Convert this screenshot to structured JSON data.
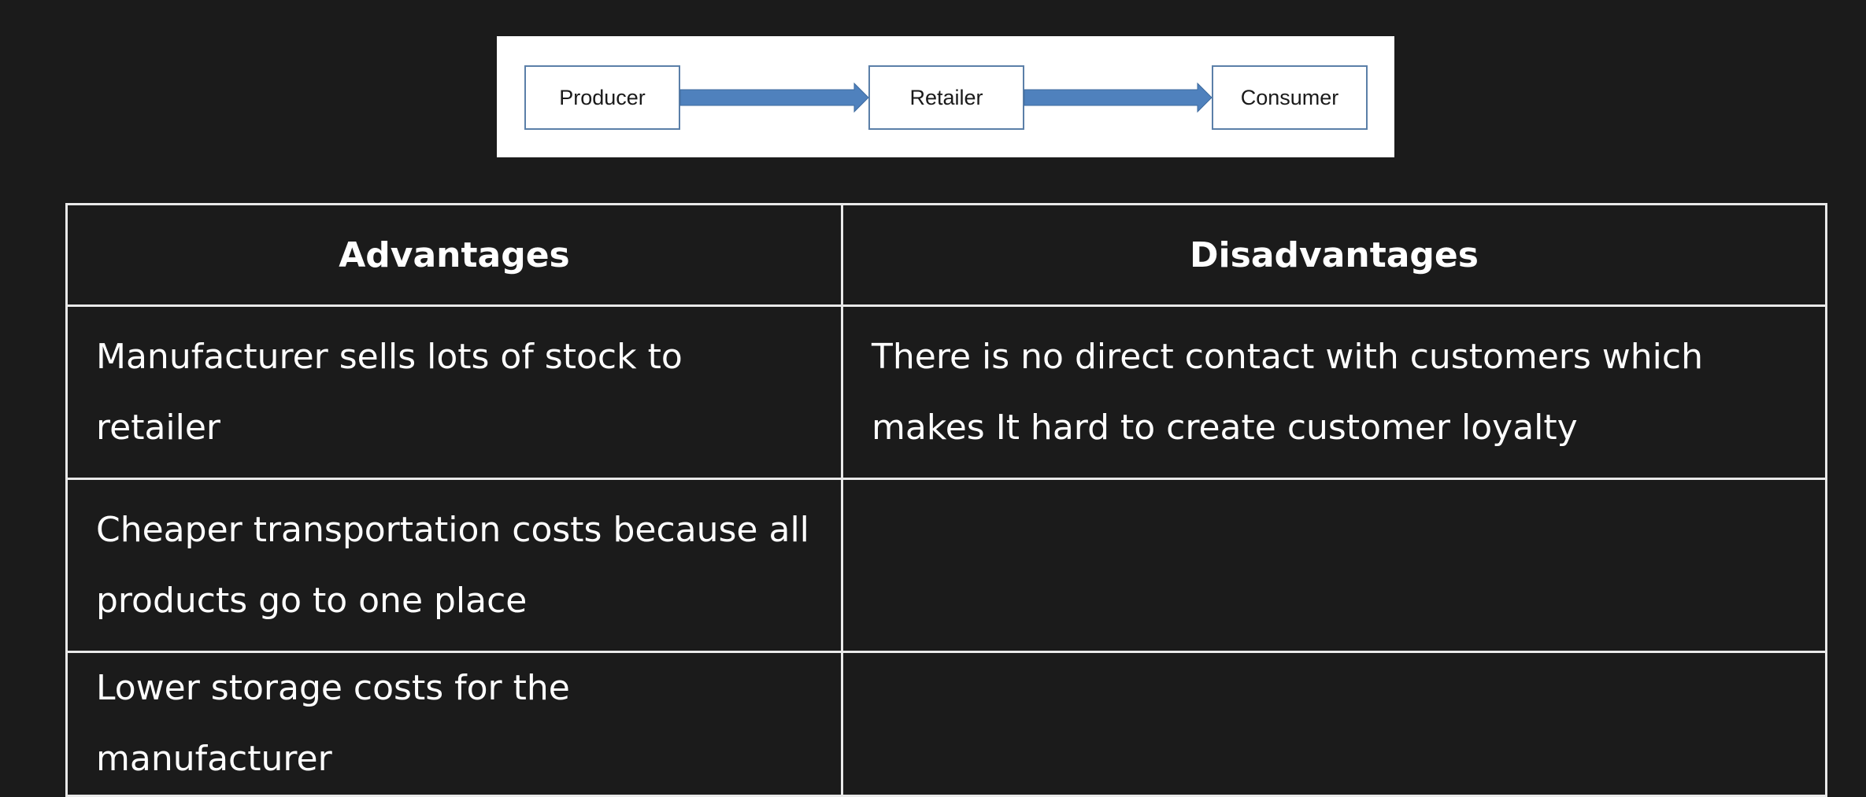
{
  "diagram": {
    "nodes": [
      "Producer",
      "Retailer",
      "Consumer"
    ],
    "arrow_color": "#4f81bd",
    "node_border_color": "#5b7fa8"
  },
  "table": {
    "headers": {
      "advantages": "Advantages",
      "disadvantages": "Disadvantages"
    },
    "rows": [
      {
        "advantage": "Manufacturer sells lots of stock to retailer",
        "disadvantage": "There is no direct contact with customers which makes It hard to create customer loyalty"
      },
      {
        "advantage": "Cheaper transportation costs because all products go to one place",
        "disadvantage": ""
      },
      {
        "advantage": "Lower storage costs for the manufacturer",
        "disadvantage": ""
      }
    ]
  },
  "colors": {
    "background": "#1b1b1b",
    "text": "#ffffff",
    "table_border": "#e9e9e9"
  }
}
